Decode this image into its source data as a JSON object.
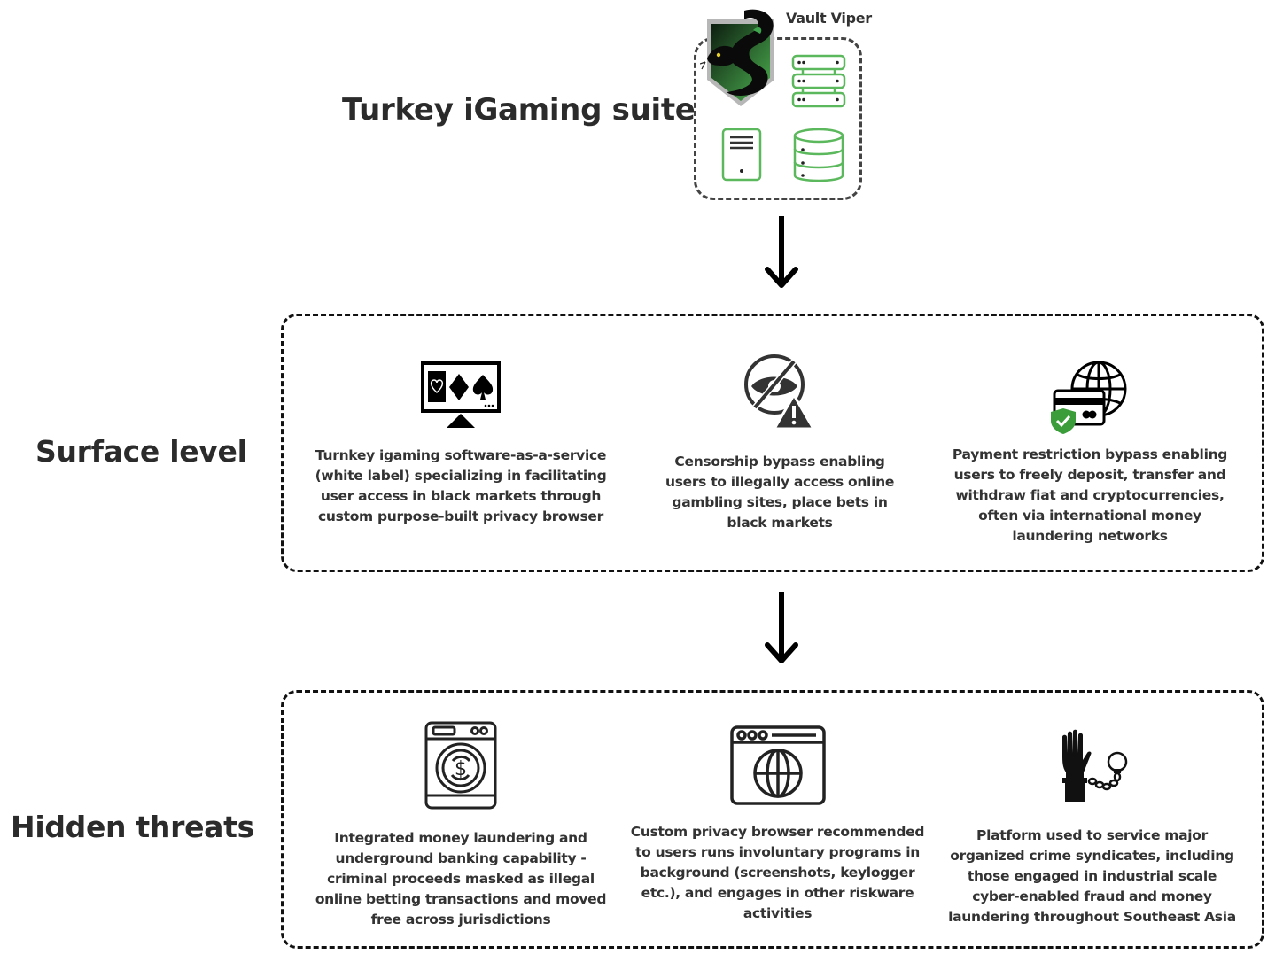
{
  "header": {
    "title": "Turkey iGaming suite",
    "brand_label": "Vault Viper",
    "brand_icons": [
      "viper-shield-logo",
      "server-rack-icon",
      "server-tower-icon",
      "database-icon"
    ],
    "accent_color": "#5cb85c"
  },
  "surface": {
    "title": "Surface level",
    "items": [
      {
        "icon": "casino-monitor-icon",
        "text": "Turnkey igaming software-as-a-service (white label) specializing in facilitating user access in black markets through custom purpose-built privacy browser",
        "lines": [
          "Turnkey igaming software-as-a-service",
          "(white label) specializing in facilitating",
          "user access in black markets through",
          "custom purpose-built privacy browser"
        ]
      },
      {
        "icon": "censorship-bypass-icon",
        "text": "Censorship bypass enabling users to illegally access online gambling sites, place bets in black markets",
        "lines": [
          "Censorship bypass enabling",
          "users to illegally access online",
          "gambling sites, place bets in",
          "black markets"
        ]
      },
      {
        "icon": "payment-bypass-icon",
        "text": "Payment restriction bypass enabling users to freely deposit, transfer and withdraw fiat and cryptocurrencies, often via international money laundering networks",
        "lines": [
          "Payment restriction bypass enabling",
          "users to freely deposit, transfer and",
          "withdraw fiat and cryptocurrencies,",
          "often via international money",
          "laundering networks"
        ]
      }
    ]
  },
  "hidden": {
    "title": "Hidden threats",
    "items": [
      {
        "icon": "money-laundering-icon",
        "text": "Integrated money laundering and underground banking capability - criminal proceeds masked as illegal online betting transactions and moved free across jurisdictions",
        "lines": [
          "Integrated money laundering and",
          "underground banking capability -",
          "criminal proceeds masked as illegal",
          "online betting transactions and moved",
          "free across jurisdictions"
        ]
      },
      {
        "icon": "browser-globe-icon",
        "text": "Custom privacy browser recommended to users runs involuntary programs in background (screenshots, keylogger etc.), and engages in other riskware activities",
        "lines": [
          "Custom privacy browser recommended",
          "to users runs involuntary programs in",
          "background (screenshots, keylogger",
          "etc.), and engages in other riskware",
          "activities"
        ]
      },
      {
        "icon": "handcuffed-hand-icon",
        "text": "Platform used to service major organized crime syndicates, including those engaged in industrial scale cyber-enabled fraud and money laundering throughout Southeast Asia",
        "lines": [
          "Platform used to service major",
          "organized crime syndicates, including",
          "those engaged in industrial scale",
          "cyber-enabled fraud and money",
          "laundering throughout Southeast Asia"
        ]
      }
    ]
  }
}
